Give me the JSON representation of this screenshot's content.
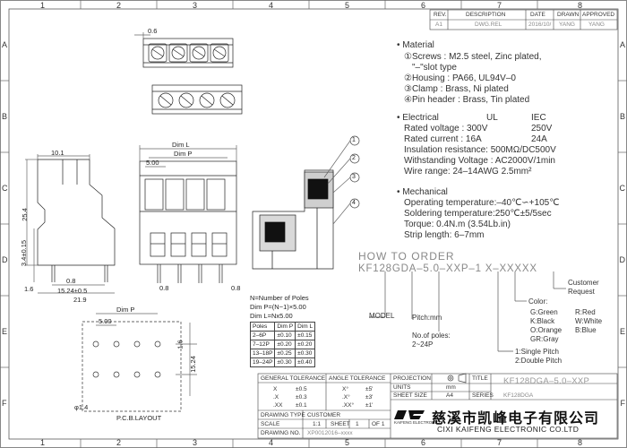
{
  "border_zones": {
    "top": [
      "1",
      "2",
      "3",
      "4",
      "5",
      "6",
      "7",
      "8"
    ],
    "side": [
      "A",
      "B",
      "C",
      "D",
      "E",
      "F"
    ]
  },
  "revision_table": {
    "headers": [
      "REV.",
      "DESCRIPTION",
      "DATE",
      "DRAWN",
      "APPROVED"
    ],
    "row": [
      "A1",
      "DWG.REL",
      "2016/10/",
      "YANG",
      "YANG"
    ]
  },
  "material": {
    "title": "Material",
    "lines": [
      "①Screws : M2.5 steel, Zinc plated,",
      "\"–\"slot type",
      "②Housing : PA66, UL94V–0",
      "③Clamp : Brass, Ni plated",
      "④Pin header : Brass, Tin plated"
    ]
  },
  "electrical": {
    "title": "Electrical",
    "col_ul": "UL",
    "col_iec": "IEC",
    "rated_voltage": {
      "label": "Rated voltage : 300V",
      "iec": "250V"
    },
    "rated_current": {
      "label": "Rated current : 16A",
      "iec": "24A"
    },
    "lines": [
      "Insulation resistance: 500MΩ/DC500V",
      "Withstanding Voltage : AC2000V/1min",
      "Wire range: 24–14AWG   2.5mm²"
    ]
  },
  "mechanical": {
    "title": "Mechanical",
    "lines": [
      "Operating temperature:–40℃∽+105℃",
      "Soldering temperature:250℃±5/5sec",
      "Torque: 0.4N.m (3.54Lb.in)",
      "Strip length: 6–7mm"
    ]
  },
  "order": {
    "title": "HOW TO ORDER",
    "code": "KF128GDA–5.0–XXP–1  X–XXXXX",
    "model_label": "MODEL",
    "pitch_label": "Pitch:mm",
    "poles_label": "No.of poles:",
    "poles_range": "2~24P",
    "pitch_types": [
      "1:Single Pitch",
      "2:Double Pitch"
    ],
    "color_title": "Color:",
    "colors": [
      "G:Green",
      "R:Red",
      "K:Black",
      "W:White",
      "O:Orange",
      "B:Blue",
      "GR:Gray"
    ],
    "customer_request": [
      "Customer",
      "Request"
    ]
  },
  "dimensions": {
    "d06_top": "0.6",
    "d101": "10.1",
    "dim_l": "Dim L",
    "dim_p": "Dim P",
    "d500": "5.00",
    "d254": "25.4",
    "d34": "3.4±0.15",
    "d08": "0.8",
    "d1524": "15.24±0.5",
    "d16": "1.6",
    "d219": "21.9",
    "d08b": "0.8",
    "callouts": [
      "1",
      "2",
      "3",
      "4"
    ]
  },
  "poles_note": {
    "lines": [
      "N=Number of Poles",
      "Dim P=(N−1)×5.00",
      "Dim L=Nx5.00"
    ]
  },
  "pole_table": {
    "headers": [
      "Poles",
      "Dim P",
      "Dim L"
    ],
    "rows": [
      [
        "2–6P",
        "±0.10",
        "±0.15"
      ],
      [
        "7–12P",
        "±0.20",
        "±0.20"
      ],
      [
        "13–18P",
        "±0.25",
        "±0.30"
      ],
      [
        "19–24P",
        "±0.30",
        "±0.40"
      ]
    ]
  },
  "pcb_layout": {
    "dim_p": "Dim P",
    "d500": "5.00",
    "d16": "1.6",
    "d1524": "15.24",
    "hole": "φ1.4",
    "caption": "P.C.B.LAYOUT"
  },
  "tolerance": {
    "general_title": "GENERAL TOLERANCE",
    "angle_title": "ANGLE TOLERANCE",
    "rows": [
      [
        "X",
        "±0.5",
        "X°",
        "±5'"
      ],
      [
        ".X",
        "±0.3",
        ".X°",
        "±3'"
      ],
      [
        ".XX",
        "±0.1",
        ".XX°",
        "±1'"
      ]
    ]
  },
  "title_block": {
    "projection_label": "PROJECTION",
    "units_label": "UNITS",
    "units_value": "mm",
    "sheet_size_label": "SHEET SIZE",
    "sheet_size_value": "A4",
    "title_label": "TITLE",
    "title_value": "KF128DGA–5.0–XXP",
    "series_label": "SERIES",
    "series_value": "KF128DGA",
    "scale_label": "SCALE",
    "scale_value": "1:1",
    "sheet_label": "SHEET",
    "sheet_value": "1",
    "of_label": "OF",
    "of_value": "1",
    "drawing_type_label": "DRAWING TYPE",
    "drawing_type_value": "CUSTOMER",
    "drawing_no_label": "DRAWING NO.",
    "drawing_no_value": "XP0012016–xxxx"
  },
  "company": {
    "logo": "DF",
    "logo_sub": "KAIFENG ELECTRONIC",
    "name_cn": "慈溪市凯峰电子有限公司",
    "name_en": "CIXI  KAIFENG  ELECTRONIC  CO.LTD"
  },
  "colors": {
    "line": "#333333",
    "faint": "#888888",
    "dark": "#111111"
  }
}
